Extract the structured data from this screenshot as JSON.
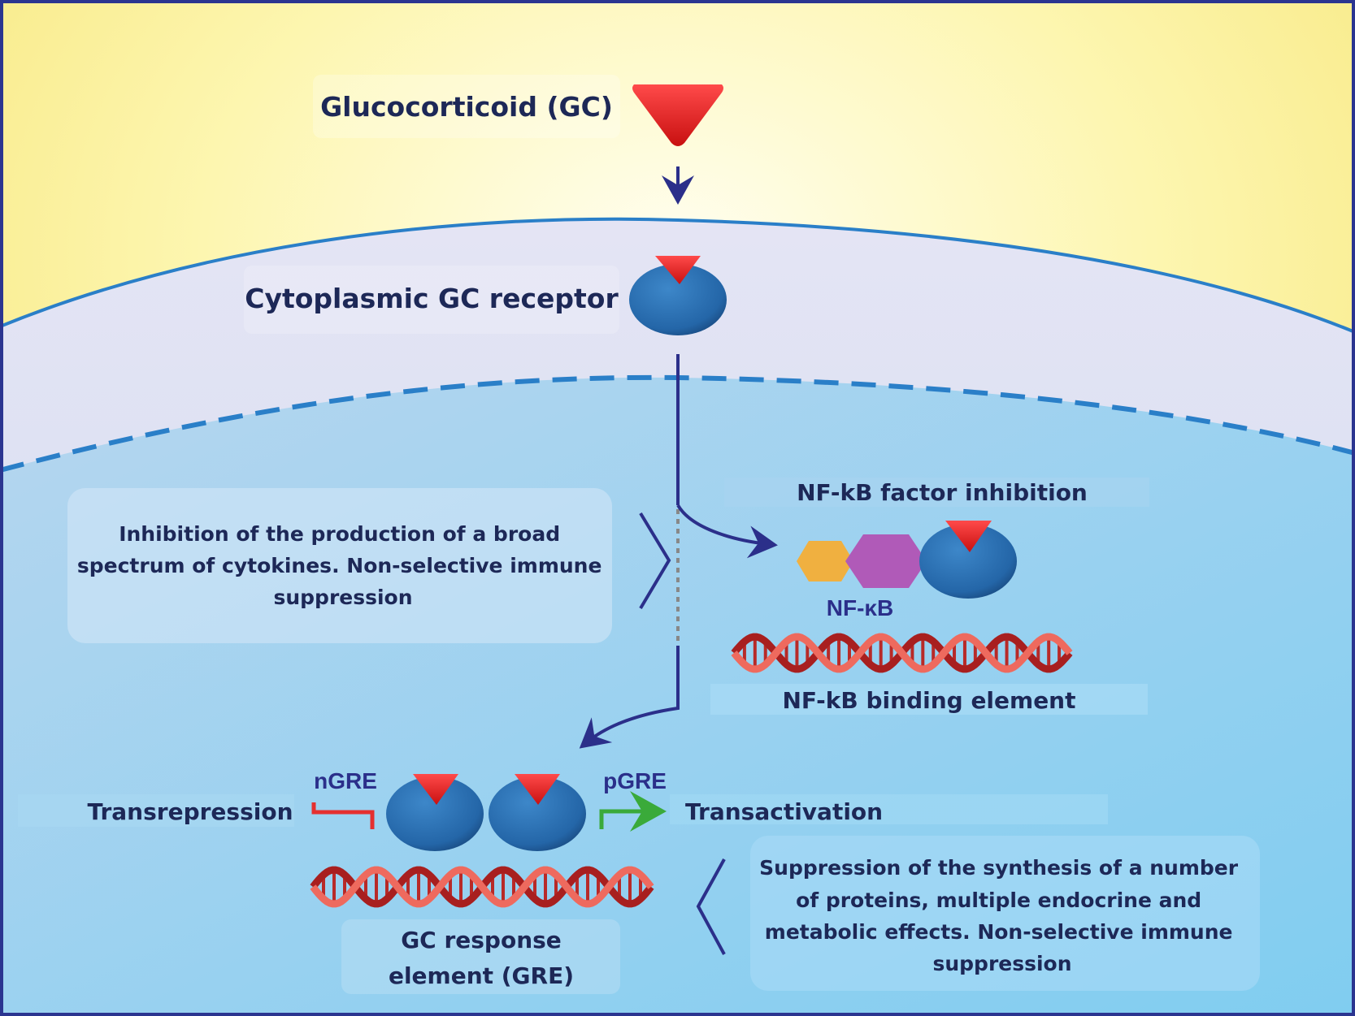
{
  "title_labels": {
    "glucocorticoid": "Glucocorticoid (GC)",
    "cytoplasmic_receptor": "Cytoplasmic GC receptor",
    "nfkb_inhibition": "NF-kB factor inhibition",
    "nfkb_complex": "NF-κB",
    "nfkb_binding_element": "NF-kB binding  element",
    "transrepression": "Transrepression",
    "transactivation": "Transactivation",
    "ngre": "nGRE",
    "pgre": "pGRE",
    "gre_line1": "GC response",
    "gre_line2": "element (GRE)"
  },
  "left_box": {
    "lines": [
      "Inhibition of the production of a broad",
      "spectrum of cytokines. Non-selective immune",
      "suppression"
    ]
  },
  "right_box": {
    "lines": [
      "Suppression of the synthesis of a number",
      "of proteins, multiple endocrine and",
      "metabolic effects. Non-selective immune",
      "suppression"
    ]
  },
  "colors": {
    "extracellular": "#fdf7a8",
    "cytoplasm": "#dcdff0",
    "nucleus": "#9fd3f0",
    "membrane": "#2a7fc8",
    "receptor": "#2a6fb3",
    "ligand": "#e02020",
    "arrow": "#2b2f8a",
    "repression": "#e53030",
    "activation": "#3aaa3a",
    "dna": "#d93a35",
    "nfkb_yellow": "#f0b040",
    "nfkb_purple": "#b05ab8"
  }
}
